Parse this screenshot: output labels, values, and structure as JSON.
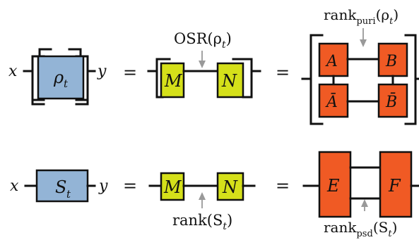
{
  "colors": {
    "rho_box": "#93b4d6",
    "matrix_box": "#d5e01a",
    "factor_box": "#f05a24",
    "wire": "#111111",
    "annotation_arrow": "#999999"
  },
  "top_row": {
    "left_index": "x",
    "right_index": "y",
    "rho_label": "ρ",
    "rho_sub": "t",
    "eq1": "=",
    "m_label": "M",
    "n_label": "N",
    "eq2": "=",
    "a_label": "A",
    "b_label": "B",
    "abar_label": "Ā",
    "bbar_label": "B̄",
    "osr_annotation": "OSR(ρ",
    "osr_sub": "t",
    "osr_close": ")",
    "puri_annotation": "rank",
    "puri_sub": "puri",
    "puri_arg": "(ρ",
    "puri_arg_sub": "t",
    "puri_close": ")"
  },
  "bottom_row": {
    "left_index": "x",
    "right_index": "y",
    "s_label": "S",
    "s_sub": "t",
    "eq1": "=",
    "m_label": "M",
    "n_label": "N",
    "eq2": "=",
    "e_label": "E",
    "f_label": "F",
    "rank_annotation": "rank(S",
    "rank_sub": "t",
    "rank_close": ")",
    "psd_annotation": "rank",
    "psd_sub": "psd",
    "psd_arg": "(S",
    "psd_arg_sub": "t",
    "psd_close": ")"
  }
}
